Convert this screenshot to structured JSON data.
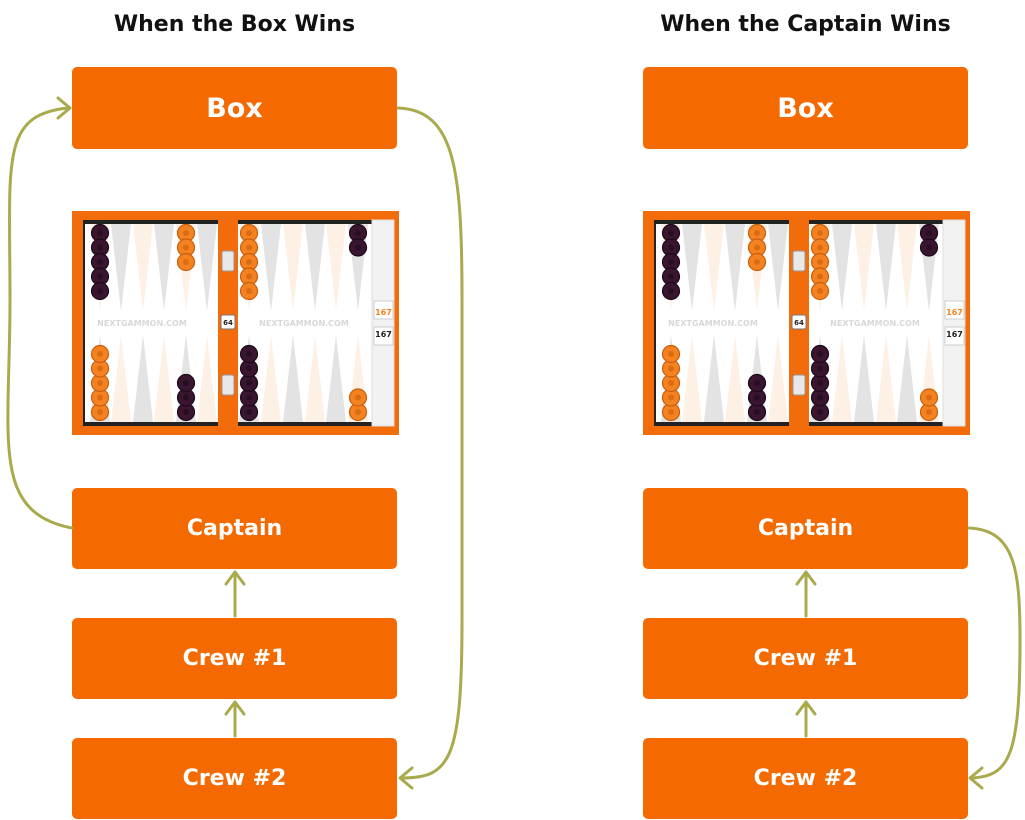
{
  "panels": [
    {
      "title": "When the Box Wins",
      "box_label": "Box",
      "captain_label": "Captain",
      "crew1_label": "Crew #1",
      "crew2_label": "Crew #2"
    },
    {
      "title": "When the Captain Wins",
      "box_label": "Box",
      "captain_label": "Captain",
      "crew1_label": "Crew #1",
      "crew2_label": "Crew #2"
    }
  ],
  "board": {
    "watermark": "NEXTGAMMON.COM",
    "cube_value": "64",
    "pip_top": "167",
    "pip_bottom": "167"
  },
  "colors": {
    "role_fill": "#f56a00",
    "arrow": "#a8aa4c",
    "board_frame": "#f26c0c",
    "checker_orange": "#f58220",
    "checker_purple": "#3a1530"
  }
}
